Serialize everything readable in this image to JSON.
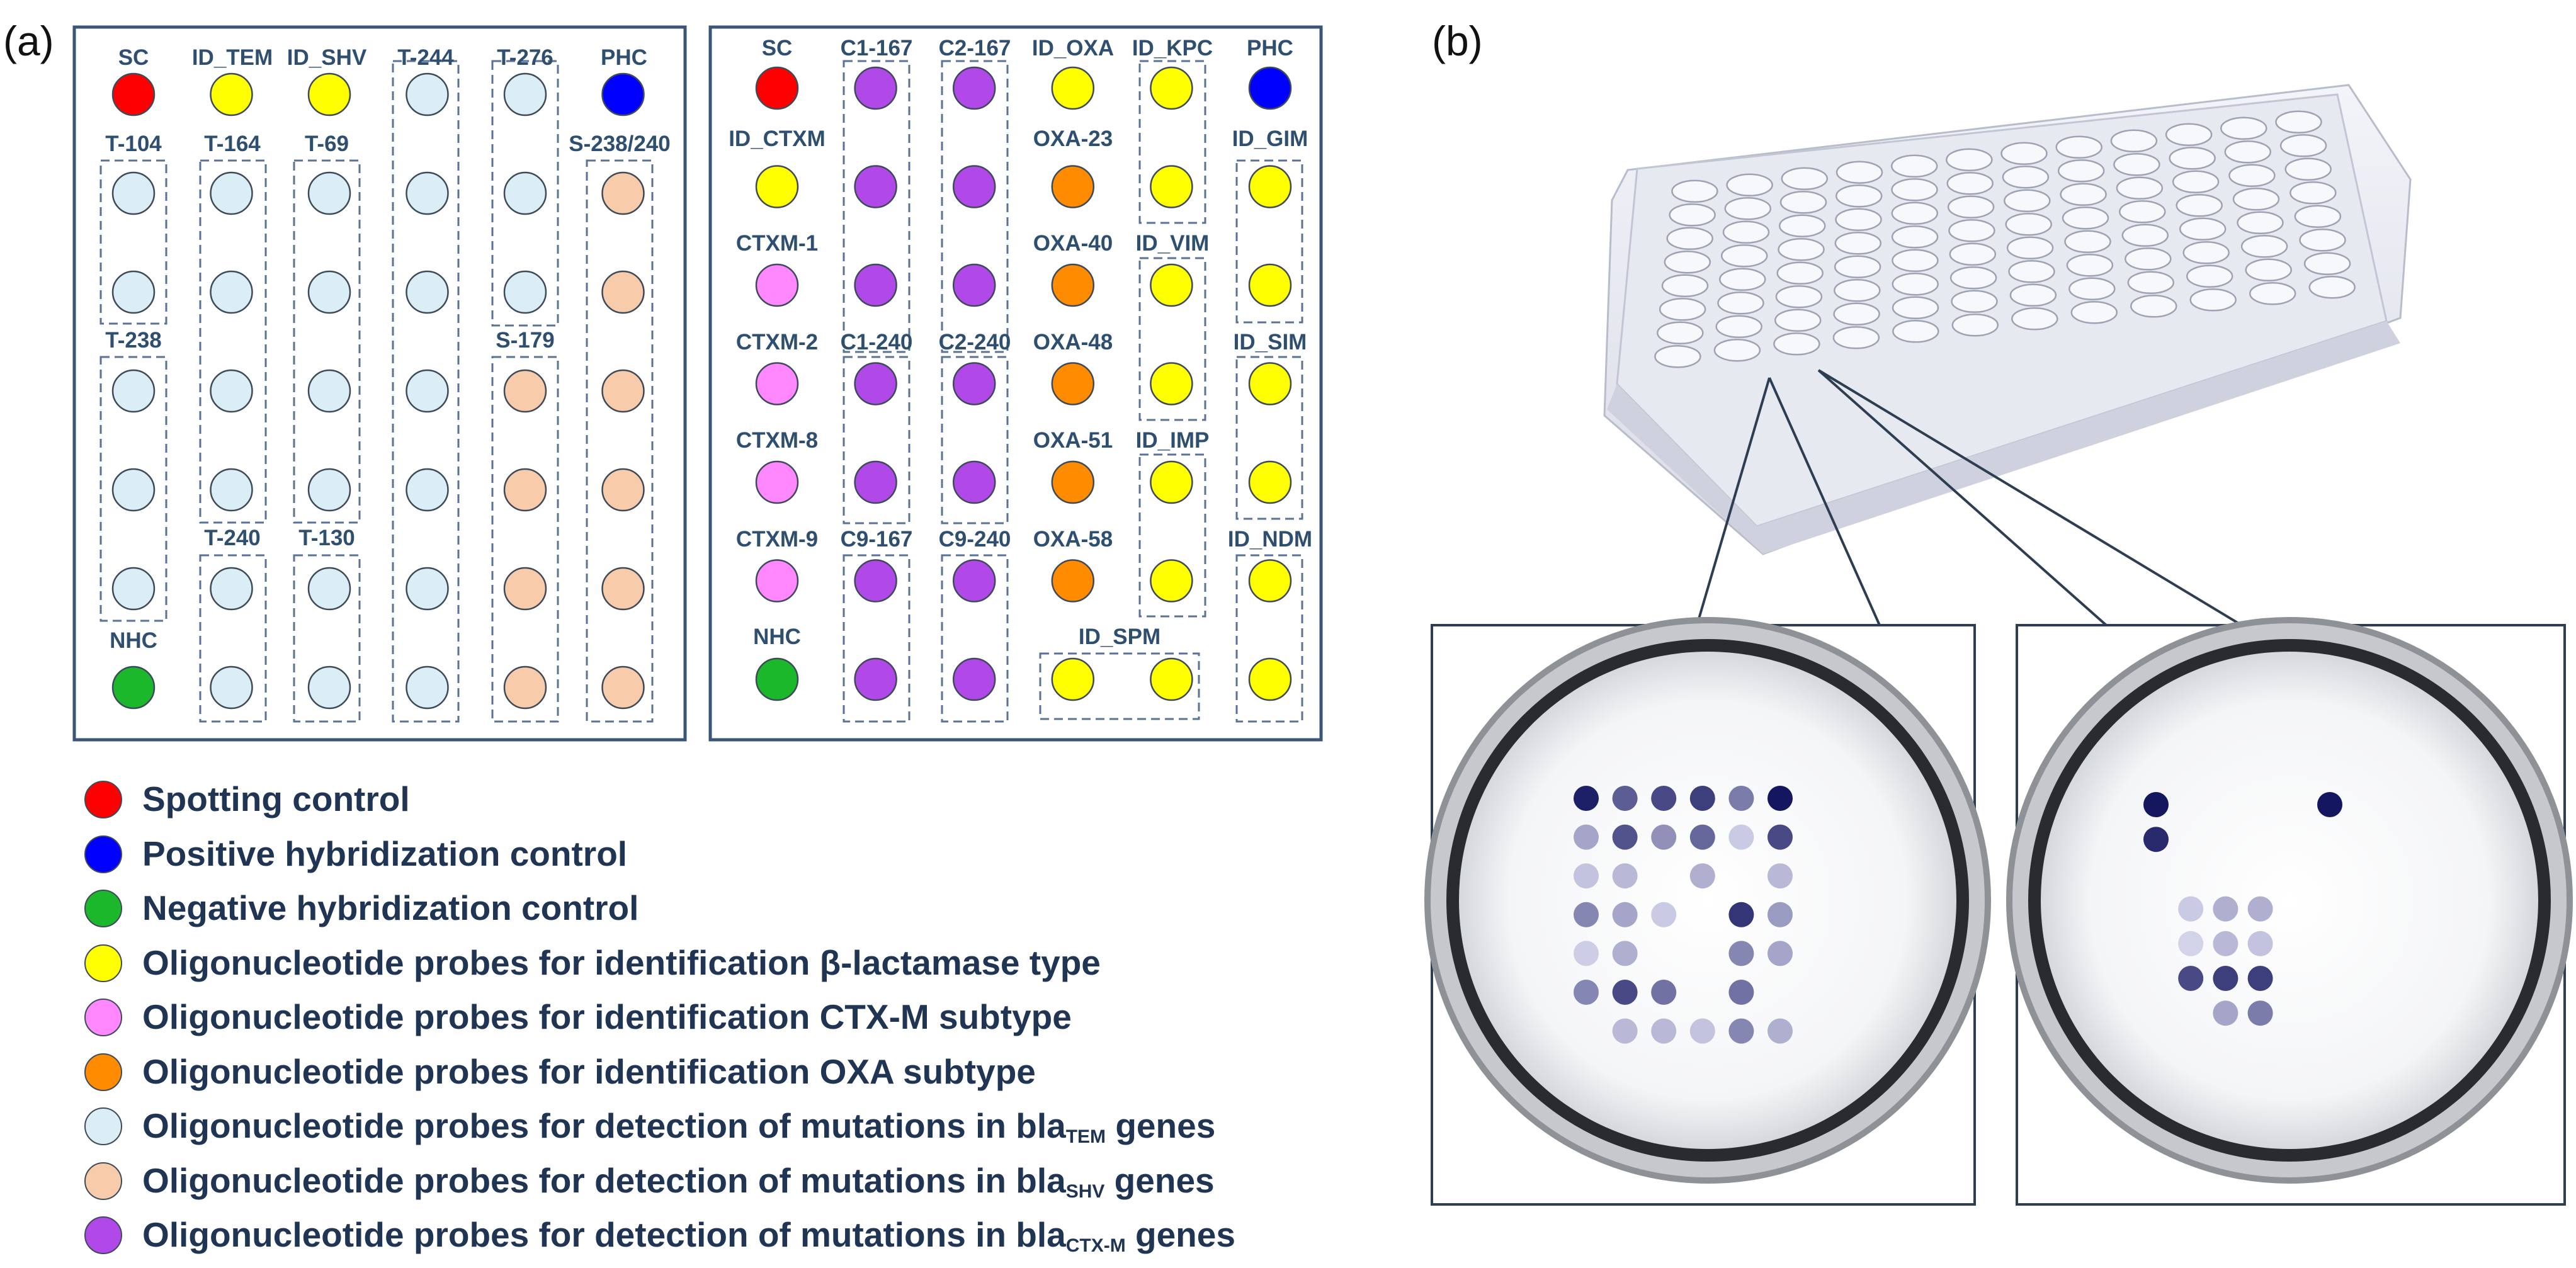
{
  "colors": {
    "SC": "#ff0000",
    "PHC": "#0000ff",
    "NHC": "#1cb82c",
    "ID": "#ffff00",
    "CTXM": "#ff88ff",
    "OXA": "#ff8c00",
    "TEM": "#dbeef6",
    "SHV": "#f8ccaa",
    "MUT": "#b049e8"
  },
  "panels": {
    "a": "(a)",
    "b": "(b)"
  },
  "array_a": {
    "labels": [
      "SC",
      "ID_TEM",
      "ID_SHV",
      "T-244",
      "T-276",
      "PHC",
      "T-104",
      "T-164",
      "T-69",
      "S-238/240",
      "T-238",
      "S-179",
      "T-240",
      "T-130",
      "NHC"
    ],
    "grid": [
      [
        "SC",
        "ID",
        "ID",
        "TEM",
        "TEM",
        "PHC"
      ],
      [
        "TEM",
        "TEM",
        "TEM",
        "TEM",
        "TEM",
        "SHV"
      ],
      [
        "TEM",
        "TEM",
        "TEM",
        "TEM",
        "TEM",
        "SHV"
      ],
      [
        "TEM",
        "TEM",
        "TEM",
        "TEM",
        "SHV",
        "SHV"
      ],
      [
        "TEM",
        "TEM",
        "TEM",
        "TEM",
        "SHV",
        "SHV"
      ],
      [
        "TEM",
        "TEM",
        "TEM",
        "TEM",
        "SHV",
        "SHV"
      ],
      [
        "NHC",
        "TEM",
        "TEM",
        "TEM",
        "SHV",
        "SHV"
      ]
    ]
  },
  "array_b": {
    "labels": [
      "SC",
      "C1-167",
      "C2-167",
      "ID_OXA",
      "ID_KPC",
      "PHC",
      "ID_CTXM",
      "OXA-23",
      "ID_GIM",
      "CTXM-1",
      "OXA-40",
      "ID_VIM",
      "CTXM-2",
      "C1-240",
      "C2-240",
      "OXA-48",
      "ID_SIM",
      "CTXM-8",
      "OXA-51",
      "ID_IMP",
      "CTXM-9",
      "C9-167",
      "C9-240",
      "OXA-58",
      "ID_NDM",
      "NHC",
      "ID_SPM"
    ],
    "grid": [
      [
        "SC",
        "MUT",
        "MUT",
        "ID",
        "ID",
        "PHC"
      ],
      [
        "ID",
        "MUT",
        "MUT",
        "OXA",
        "ID",
        "ID"
      ],
      [
        "CTXM",
        "MUT",
        "MUT",
        "OXA",
        "ID",
        "ID"
      ],
      [
        "CTXM",
        "MUT",
        "MUT",
        "OXA",
        "ID",
        "ID"
      ],
      [
        "CTXM",
        "MUT",
        "MUT",
        "OXA",
        "ID",
        "ID"
      ],
      [
        "CTXM",
        "MUT",
        "MUT",
        "OXA",
        "ID",
        "ID"
      ],
      [
        "NHC",
        "MUT",
        "MUT",
        "ID",
        "ID",
        "ID"
      ]
    ]
  },
  "legend": [
    {
      "color": "SC",
      "text": "Spotting control"
    },
    {
      "color": "PHC",
      "text": "Positive hybridization control"
    },
    {
      "color": "NHC",
      "text": "Negative hybridization control"
    },
    {
      "color": "ID",
      "text": "Oligonucleotide probes for identification β-lactamase type"
    },
    {
      "color": "CTXM",
      "text": "Oligonucleotide probes for identification CTX-M subtype"
    },
    {
      "color": "OXA",
      "text": "Oligonucleotide probes for identification OXA subtype"
    },
    {
      "color": "TEM",
      "text": "Oligonucleotide probes for detection of mutations in bla",
      "sub": "TEM",
      "suffix": " genes"
    },
    {
      "color": "SHV",
      "text": "Oligonucleotide probes for detection of mutations in bla",
      "sub": "SHV",
      "suffix": " genes"
    },
    {
      "color": "MUT",
      "text": "Oligonucleotide probes for detection of mutations in bla",
      "sub": "CTX-M",
      "suffix": " genes"
    }
  ],
  "well_left_spots": [
    [
      0.95,
      0.65,
      0.75,
      0.8,
      0.5,
      1.0
    ],
    [
      0.3,
      0.7,
      0.4,
      0.6,
      0.12,
      0.75
    ],
    [
      0.15,
      0.2,
      0.0,
      0.25,
      0.0,
      0.2
    ],
    [
      0.45,
      0.3,
      0.12,
      0.0,
      0.85,
      0.35
    ],
    [
      0.1,
      0.25,
      0.0,
      0.0,
      0.45,
      0.3
    ],
    [
      0.45,
      0.75,
      0.55,
      0.0,
      0.55,
      0.0
    ],
    [
      0.0,
      0.2,
      0.2,
      0.15,
      0.45,
      0.25
    ]
  ],
  "well_right_spots": [
    [
      1.0,
      0.0,
      0.0,
      0.0,
      0.0,
      1.0
    ],
    [
      0.9,
      0.0,
      0.0,
      0.0,
      0.0,
      0.0
    ],
    [
      0.0,
      0.0,
      0.0,
      0.0,
      0.0,
      0.0
    ],
    [
      0.0,
      0.12,
      0.25,
      0.25,
      0.0,
      0.0
    ],
    [
      0.0,
      0.08,
      0.2,
      0.15,
      0.0,
      0.0
    ],
    [
      0.0,
      0.75,
      0.8,
      0.8,
      0.0,
      0.0
    ],
    [
      0.0,
      0.0,
      0.3,
      0.5,
      0.0,
      0.0
    ]
  ]
}
